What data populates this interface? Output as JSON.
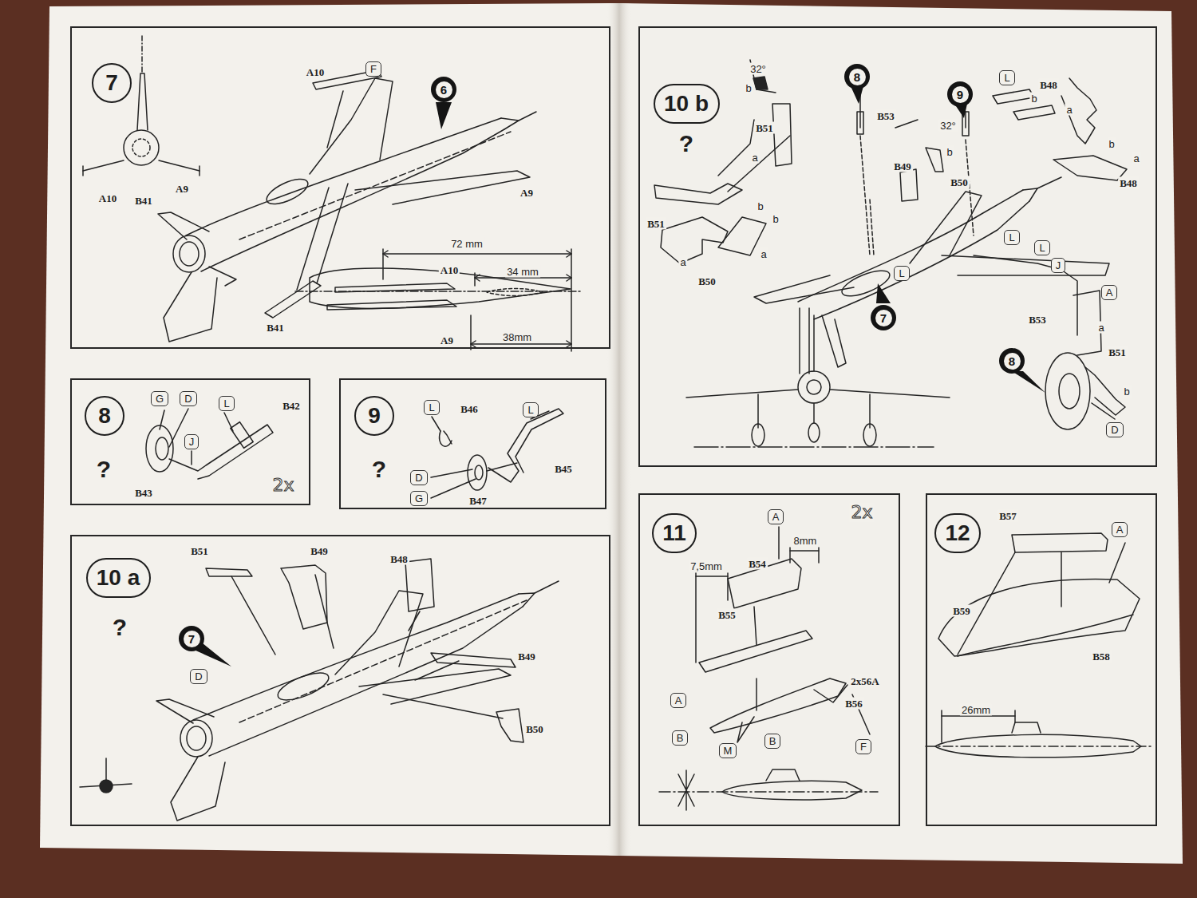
{
  "diagram": {
    "nodes": [
      {
        "text": [
          "7"
        ]
      },
      {
        "text": [
          "F"
        ],
        "in": 0
      },
      {
        "text": [
          "6"
        ],
        "in": 0
      },
      {
        "text": [
          "8",
          "?"
        ]
      },
      {
        "text": [
          "G"
        ],
        "in": 3
      },
      {
        "text": [
          "D"
        ],
        "in": 3
      },
      {
        "text": [
          "L"
        ],
        "in": 3
      },
      {
        "text": [
          "J"
        ],
        "in": 3
      },
      {
        "text": [
          "9",
          "?"
        ]
      },
      {
        "text": [
          "L"
        ],
        "in": 8
      },
      {
        "text": [
          "L"
        ],
        "in": 8
      },
      {
        "text": [
          "D"
        ],
        "in": 8
      },
      {
        "text": [
          "G"
        ],
        "in": 8
      },
      {
        "text": [
          "10 a",
          "?"
        ]
      },
      {
        "text": [
          "D"
        ],
        "in": 13
      },
      {
        "text": [
          "7"
        ],
        "in": 13
      },
      {
        "text": [
          "10 b",
          "?"
        ]
      },
      {
        "text": [
          "8"
        ],
        "in": 16
      },
      {
        "text": [
          "9"
        ],
        "in": 16
      },
      {
        "text": [
          "L"
        ],
        "in": 16
      },
      {
        "text": [
          "L"
        ],
        "in": 16
      },
      {
        "text": [
          "L"
        ],
        "in": 16
      },
      {
        "text": [
          "L"
        ],
        "in": 16
      },
      {
        "text": [
          "J"
        ],
        "in": 16
      },
      {
        "text": [
          "A"
        ],
        "in": 16
      },
      {
        "text": [
          "7"
        ],
        "in": 16
      },
      {
        "text": [
          "8"
        ],
        "in": 16
      },
      {
        "text": [
          "D"
        ],
        "in": 16
      },
      {
        "text": [
          "11"
        ]
      },
      {
        "text": [
          "A"
        ],
        "in": 28
      },
      {
        "text": [
          "A"
        ],
        "in": 28
      },
      {
        "text": [
          "B"
        ],
        "in": 28
      },
      {
        "text": [
          "M"
        ],
        "in": 28
      },
      {
        "text": [
          "B"
        ],
        "in": 28
      },
      {
        "text": [
          "F"
        ],
        "in": 28
      },
      {
        "text": [
          "12"
        ]
      },
      {
        "text": [
          "A"
        ],
        "in": 35
      }
    ],
    "labels": [
      "A10",
      "A10",
      "B41",
      "A9",
      "A9",
      "72 mm",
      "A10",
      "34 mm",
      "B41",
      "A9",
      "38mm",
      "B42",
      "B43",
      "2x",
      "B46",
      "B45",
      "B47",
      "B51",
      "B49",
      "B48",
      "B49",
      "B50",
      "32°",
      "b",
      "B51",
      "a",
      "B53",
      "B49",
      "32°",
      "b",
      "B50",
      "B48",
      "b",
      "a",
      "B48",
      "b",
      "a",
      "B51",
      "a",
      "b",
      "b",
      "a",
      "B50",
      "B53",
      "a",
      "B51",
      "b",
      "2x",
      "8mm",
      "7,5mm",
      "B54",
      "B55",
      "2x56A",
      "B56",
      "B57",
      "B59",
      "B58",
      "26mm"
    ]
  }
}
